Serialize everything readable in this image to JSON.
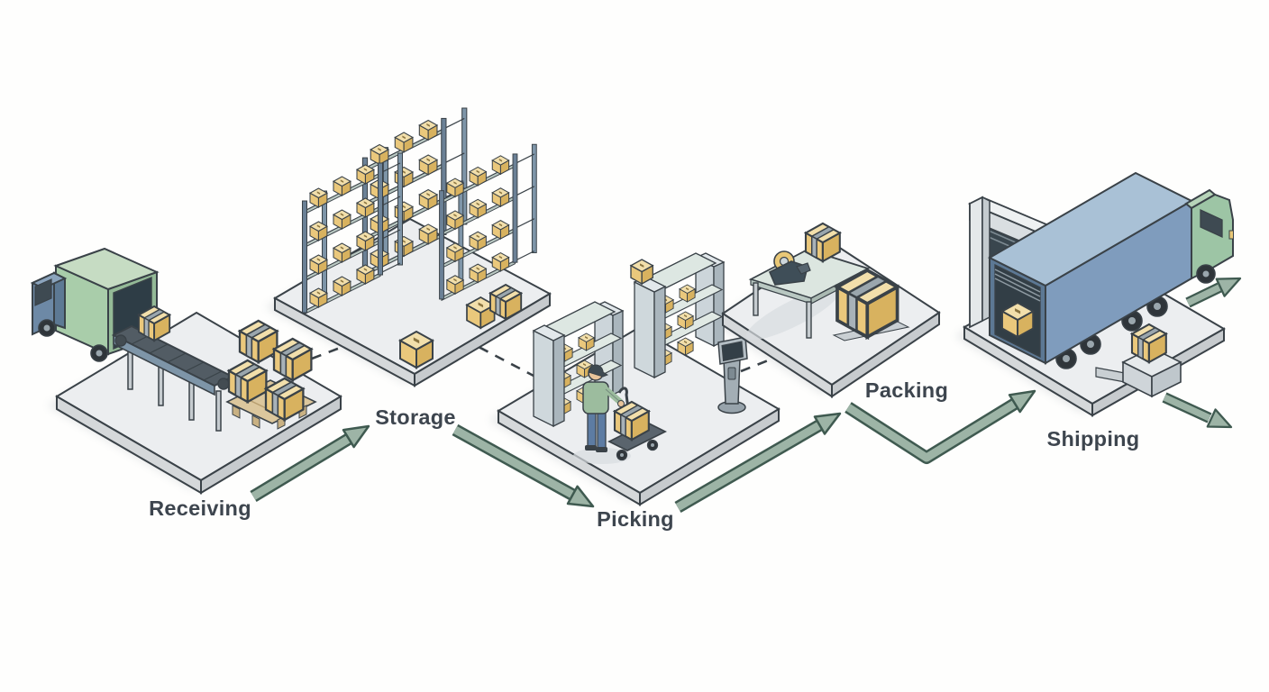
{
  "diagram": {
    "type": "isometric-process-flow",
    "subject": "warehouse-order-fulfillment",
    "background": "#fefefd",
    "outline_color": "#3a4248",
    "label_color": "#3d454e",
    "arrow": {
      "fill": "#9db4a6",
      "stroke": "#3f5a50"
    },
    "connector_style": "dashed",
    "platform": {
      "top": "#eceef0",
      "side": "#d5d8da"
    },
    "box_colors": {
      "top": "#f2dfab",
      "left": "#eac87c",
      "right": "#d8b25f",
      "tape": "#9aa6ad"
    },
    "stages": [
      {
        "id": "receiving",
        "label": "Receiving",
        "icons": [
          "delivery-truck",
          "conveyor-belt",
          "pallet-of-boxes"
        ]
      },
      {
        "id": "storage",
        "label": "Storage",
        "icons": [
          "pallet-racks",
          "floor-boxes"
        ]
      },
      {
        "id": "picking",
        "label": "Picking",
        "icons": [
          "pick-shelves",
          "warehouse-worker",
          "hand-cart",
          "scanner-kiosk"
        ]
      },
      {
        "id": "packing",
        "label": "Packing",
        "icons": [
          "packing-table",
          "tape-dispenser",
          "sealed-box"
        ]
      },
      {
        "id": "shipping",
        "label": "Shipping",
        "icons": [
          "dock-door",
          "cargo-truck",
          "outbound-box",
          "outbound-arrows"
        ]
      }
    ],
    "flow_order": [
      "Receiving",
      "Storage",
      "Picking",
      "Packing",
      "Shipping"
    ]
  }
}
